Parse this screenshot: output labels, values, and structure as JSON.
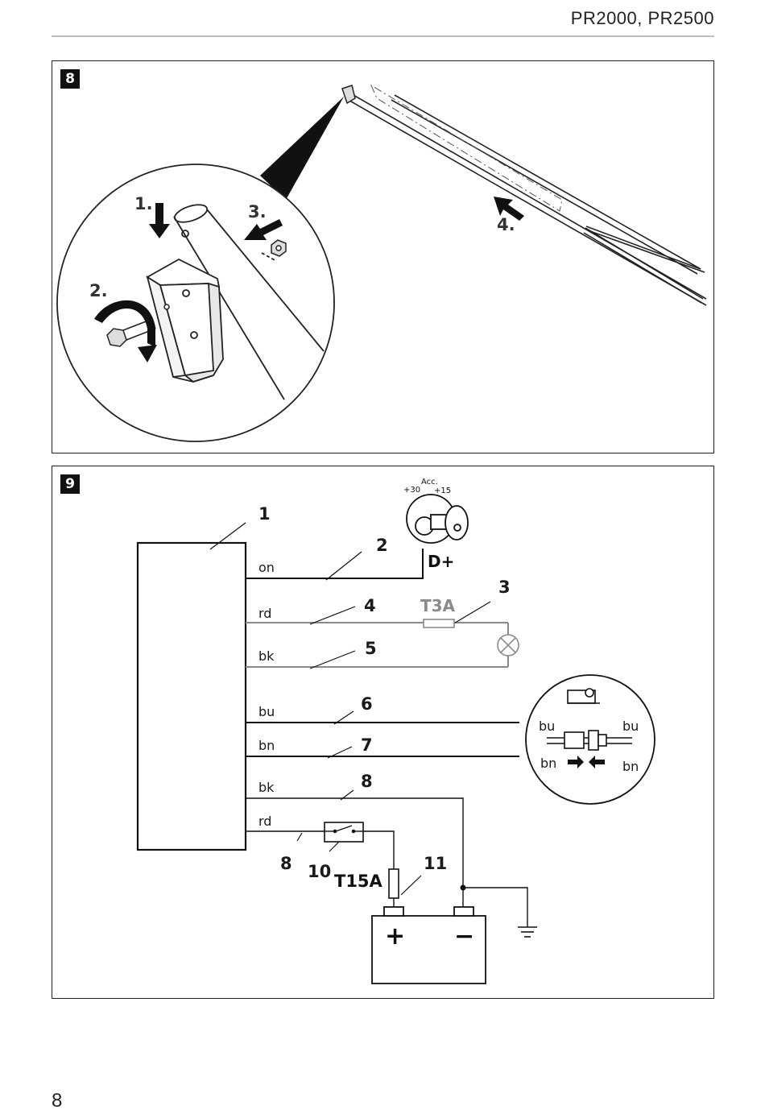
{
  "header": {
    "title": "PR2000, PR2500"
  },
  "page_number": "8",
  "figure8": {
    "badge": "8",
    "steps": [
      "1.",
      "2.",
      "3.",
      "4."
    ]
  },
  "figure9": {
    "badge": "9",
    "callouts": [
      "1",
      "2",
      "3",
      "4",
      "5",
      "6",
      "7",
      "8",
      "8",
      "10",
      "11"
    ],
    "wire_labels": [
      "on",
      "rd",
      "bk",
      "bu",
      "bn",
      "bk",
      "rd"
    ],
    "switch_labels": {
      "plus30": "+30",
      "acc": "Acc.",
      "plus15": "+15",
      "dplus": "D+"
    },
    "fuse_small": "T3A",
    "fuse_large": "T15A",
    "connector_labels": {
      "bu_left": "bu",
      "bu_right": "bu",
      "bn_left": "bn",
      "bn_right": "bn"
    },
    "battery": {
      "plus": "+",
      "minus": "−"
    }
  }
}
